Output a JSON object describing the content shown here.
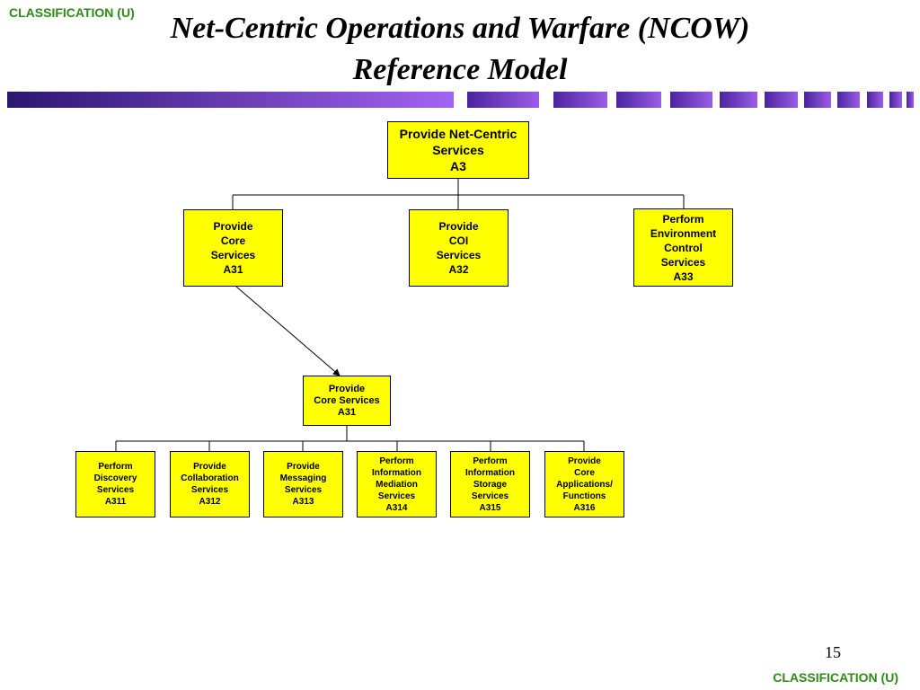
{
  "classification_top": "CLASSIFICATION (U)",
  "classification_bottom": "CLASSIFICATION (U)",
  "title_line1": "Net-Centric Operations and Warfare (NCOW)",
  "title_line2": "Reference Model",
  "page_number": "15",
  "colors": {
    "box_fill": "#ffff00",
    "bar_dark": "#3a1f8a",
    "bar_light": "#9b5de5",
    "classification": "#2e8b16"
  },
  "nodes": {
    "a3": "Provide Net-Centric\nServices\nA3",
    "a31": "Provide\nCore\nServices\nA31",
    "a32": "Provide\nCOI\nServices\nA32",
    "a33": "Perform\nEnvironment\nControl\nServices\nA33",
    "a31_detail": "Provide\nCore Services\nA31",
    "a311": "Perform\nDiscovery\nServices\nA311",
    "a312": "Provide\nCollaboration\nServices\nA312",
    "a313": "Provide\nMessaging\nServices\nA313",
    "a314": "Perform\nInformation\nMediation\nServices\nA314",
    "a315": "Perform\nInformation\nStorage\nServices\nA315",
    "a316": "Provide\nCore\nApplications/\nFunctions\nA316"
  }
}
